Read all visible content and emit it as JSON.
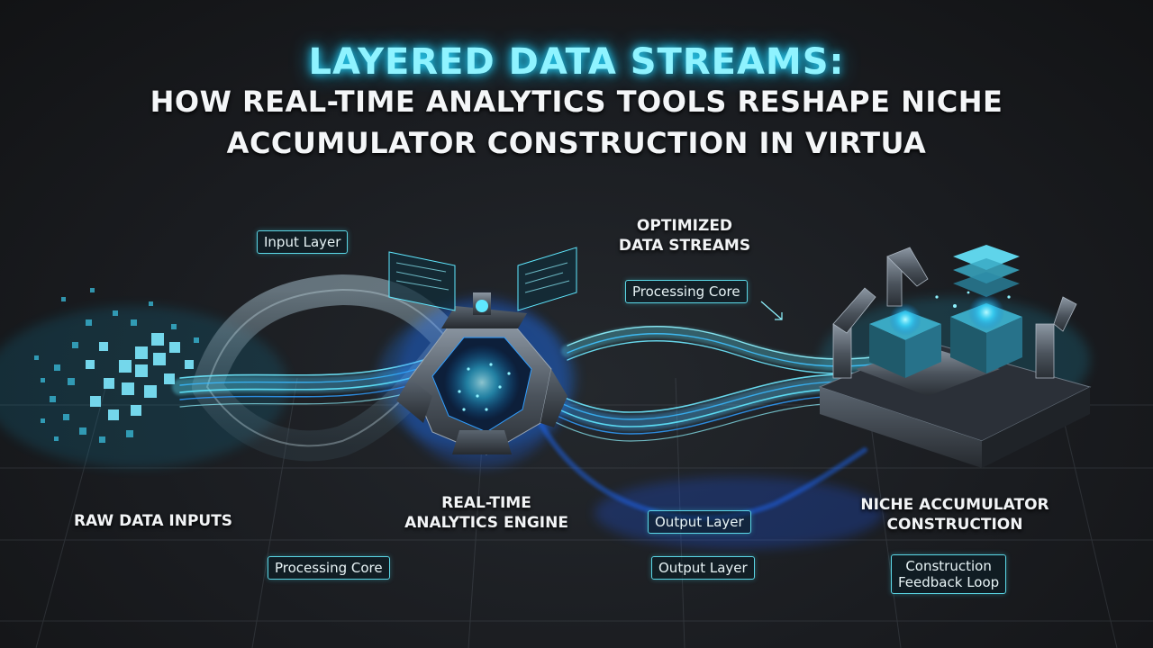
{
  "title": {
    "line1": "LAYERED DATA STREAMS:",
    "line2": "HOW REAL-TIME ANALYTICS TOOLS RESHAPE NICHE",
    "line3": "ACCUMULATOR CONSTRUCTION IN VIRTUA"
  },
  "labels": {
    "raw_inputs": "RAW DATA INPUTS",
    "engine_line1": "REAL-TIME",
    "engine_line2": "ANALYTICS ENGINE",
    "optimized_line1": "OPTIMIZED",
    "optimized_line2": "DATA STREAMS",
    "niche_line1": "NICHE ACCUMULATOR",
    "niche_line2": "CONSTRUCTION"
  },
  "tags": {
    "input_layer": "Input Layer",
    "processing_core_top": "Processing Core",
    "processing_core_bottom": "Processing Core",
    "output_layer_a": "Output Layer",
    "output_layer_b": "Output Layer",
    "feedback_line1": "Construction",
    "feedback_line2": "Feedback Loop"
  },
  "colors": {
    "accent_cyan": "#8ff3ff",
    "stream_blue": "#2f9dff",
    "stream_cyan": "#5fe8ff",
    "background": "#17191c"
  }
}
